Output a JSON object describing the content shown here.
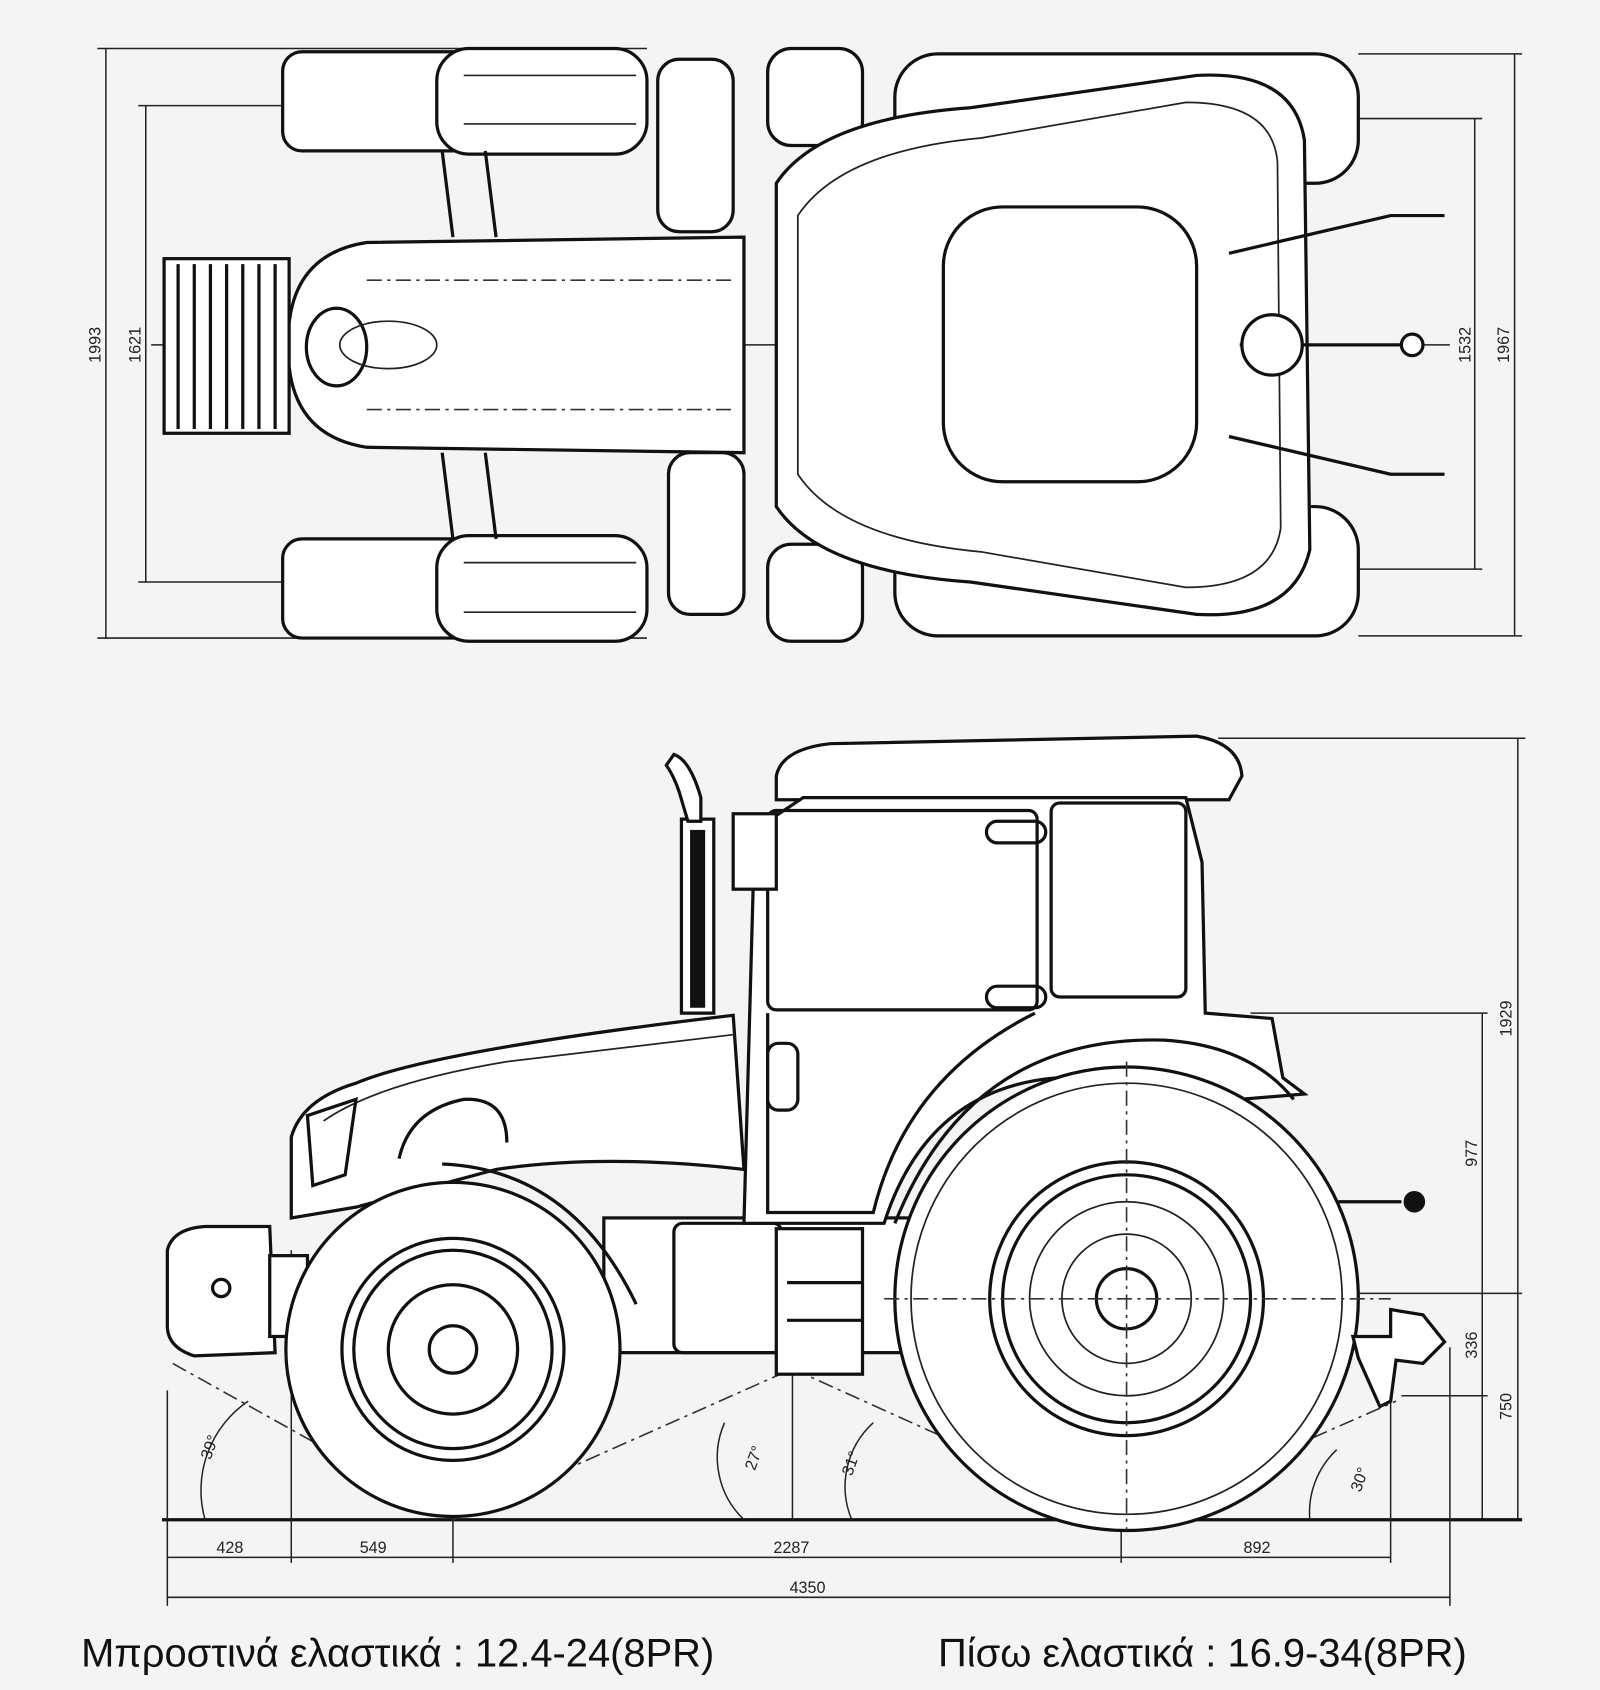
{
  "top_view": {
    "dimensions": {
      "front_overall_width": "1993",
      "front_track": "1621",
      "rear_track": "1532",
      "rear_overall_width": "1967"
    }
  },
  "side_view": {
    "dimensions": {
      "height": "1929",
      "drawbar_to_top": "977",
      "hitch_height": "336",
      "drawbar_height": "750",
      "front_overhang": "428",
      "front_axle_offset": "549",
      "wheelbase": "2287",
      "rear_overhang": "892",
      "overall_length": "4350"
    },
    "angles": {
      "front_approach": "39°",
      "mid_front": "27°",
      "mid_rear": "31°",
      "rear_departure": "30°"
    }
  },
  "captions": {
    "front_tires": "Μπροστινά ελαστικά : 12.4-24(8PR)",
    "rear_tires": "Πίσω ελαστικά : 16.9-34(8PR)"
  }
}
